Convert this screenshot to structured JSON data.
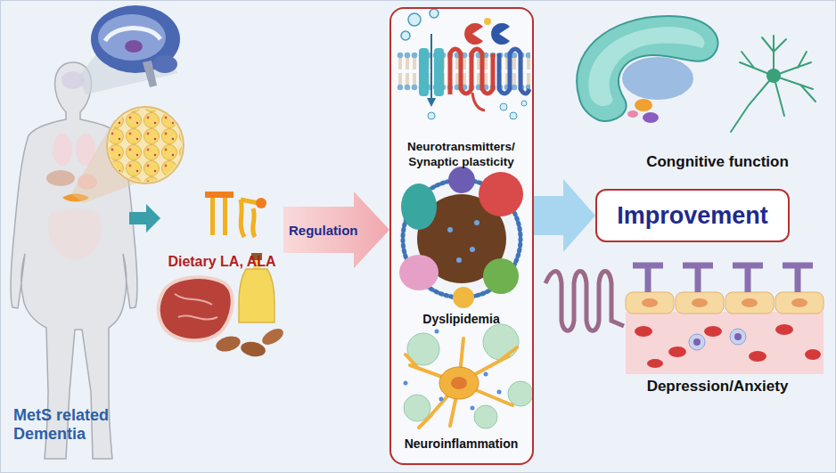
{
  "diagram": {
    "nodes": [
      {
        "text": [
          "MetS related Dementia"
        ]
      },
      {
        "text": [
          "Dietary LA, ALA"
        ]
      },
      {
        "text": []
      },
      {
        "text": [
          "Neurotransmitters/ Synaptic plasticity"
        ],
        "in": 2
      },
      {
        "text": [
          "Dyslipidemia"
        ],
        "in": 2
      },
      {
        "text": [
          "Neuroinflammation"
        ],
        "in": 2
      },
      {
        "text": [
          "Improvement"
        ]
      }
    ],
    "edges": [
      {
        "from": 0,
        "to": 1,
        "arrow": "to"
      },
      {
        "from": 1,
        "to": 2,
        "label": "Regulation",
        "arrow": "to"
      },
      {
        "from": 2,
        "to": 6,
        "arrow": "to"
      }
    ],
    "labels": [
      "Congnitive function",
      "Depression/Anxiety"
    ]
  }
}
